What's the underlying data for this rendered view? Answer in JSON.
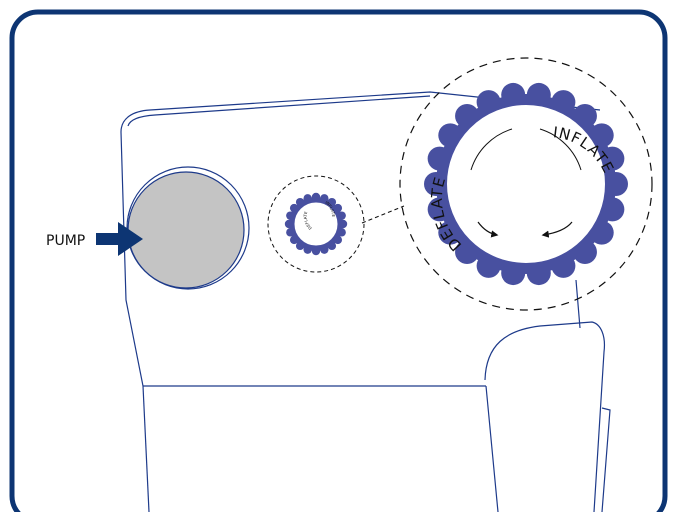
{
  "labels": {
    "pump": "PUMP",
    "deflate": "DEFLATE",
    "inflate": "INFLATE"
  },
  "colors": {
    "frame": "#0d3573",
    "scallop": "#4850a0",
    "outline": "#1d3a8a",
    "button_fill": "#c4c4c4",
    "arrow": "#0d3573"
  },
  "icons": {
    "pump_pointer": "right-arrow-icon",
    "deflate_direction": "curved-arrow-icon",
    "inflate_direction": "curved-arrow-icon"
  }
}
